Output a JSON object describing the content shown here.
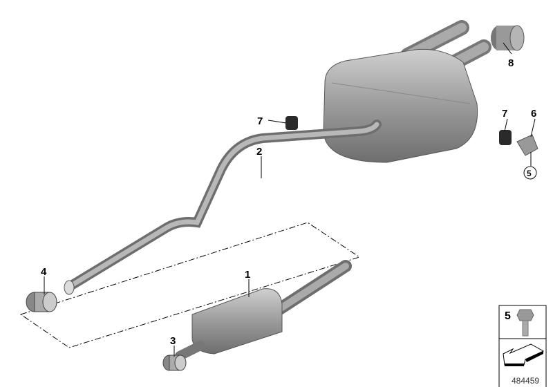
{
  "diagram": {
    "callouts": [
      {
        "id": "8",
        "text": "8"
      },
      {
        "id": "7a",
        "text": "7"
      },
      {
        "id": "7b",
        "text": "7"
      },
      {
        "id": "6",
        "text": "6"
      },
      {
        "id": "5c",
        "text": "5"
      },
      {
        "id": "2",
        "text": "2"
      },
      {
        "id": "4",
        "text": "4"
      },
      {
        "id": "1",
        "text": "1"
      },
      {
        "id": "3",
        "text": "3"
      }
    ],
    "legend_box": {
      "part_number": "5"
    },
    "image_number": "484459",
    "colors": {
      "part": "#9a9a9a",
      "part_dark": "#6e6e6e",
      "part_light": "#c8c8c8",
      "rubber": "#2a2a2a"
    }
  }
}
